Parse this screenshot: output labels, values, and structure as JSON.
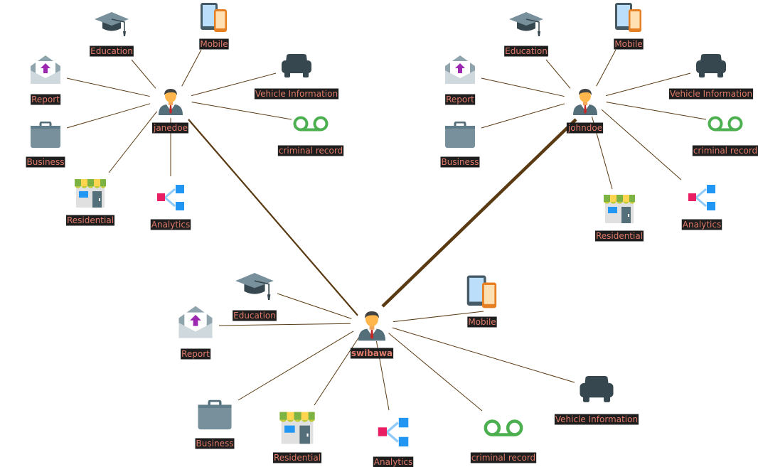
{
  "graph": {
    "hubs": [
      {
        "id": "janedoe",
        "label": "janedoe",
        "leaves": [
          {
            "kind": "education",
            "label": "Education"
          },
          {
            "kind": "mobile",
            "label": "Mobile"
          },
          {
            "kind": "vehicle",
            "label": "Vehicle Information"
          },
          {
            "kind": "criminal",
            "label": "criminal record"
          },
          {
            "kind": "report",
            "label": "Report"
          },
          {
            "kind": "business",
            "label": "Business"
          },
          {
            "kind": "residential",
            "label": "Residential"
          },
          {
            "kind": "analytics",
            "label": "Analytics"
          }
        ]
      },
      {
        "id": "johndoe",
        "label": "johndoe",
        "leaves": [
          {
            "kind": "education",
            "label": "Education"
          },
          {
            "kind": "mobile",
            "label": "Mobile"
          },
          {
            "kind": "vehicle",
            "label": "Vehicle Information"
          },
          {
            "kind": "criminal",
            "label": "criminal record"
          },
          {
            "kind": "report",
            "label": "Report"
          },
          {
            "kind": "business",
            "label": "Business"
          },
          {
            "kind": "residential",
            "label": "Residential"
          },
          {
            "kind": "analytics",
            "label": "Analytics"
          }
        ]
      },
      {
        "id": "swibawa",
        "label": "swibawa",
        "leaves": [
          {
            "kind": "education",
            "label": "Education"
          },
          {
            "kind": "mobile",
            "label": "Mobile"
          },
          {
            "kind": "vehicle",
            "label": "Vehicle Information"
          },
          {
            "kind": "criminal",
            "label": "criminal record"
          },
          {
            "kind": "report",
            "label": "Report"
          },
          {
            "kind": "business",
            "label": "Business"
          },
          {
            "kind": "residential",
            "label": "Residential"
          },
          {
            "kind": "analytics",
            "label": "Analytics"
          }
        ]
      }
    ],
    "links": [
      {
        "from": "swibawa",
        "to": "janedoe",
        "weight": "medium"
      },
      {
        "from": "swibawa",
        "to": "johndoe",
        "weight": "heavy"
      }
    ],
    "colors": {
      "edge": "#5a3a12",
      "label_text": "#e07a6a",
      "label_bg": "#1e1e1e"
    }
  }
}
